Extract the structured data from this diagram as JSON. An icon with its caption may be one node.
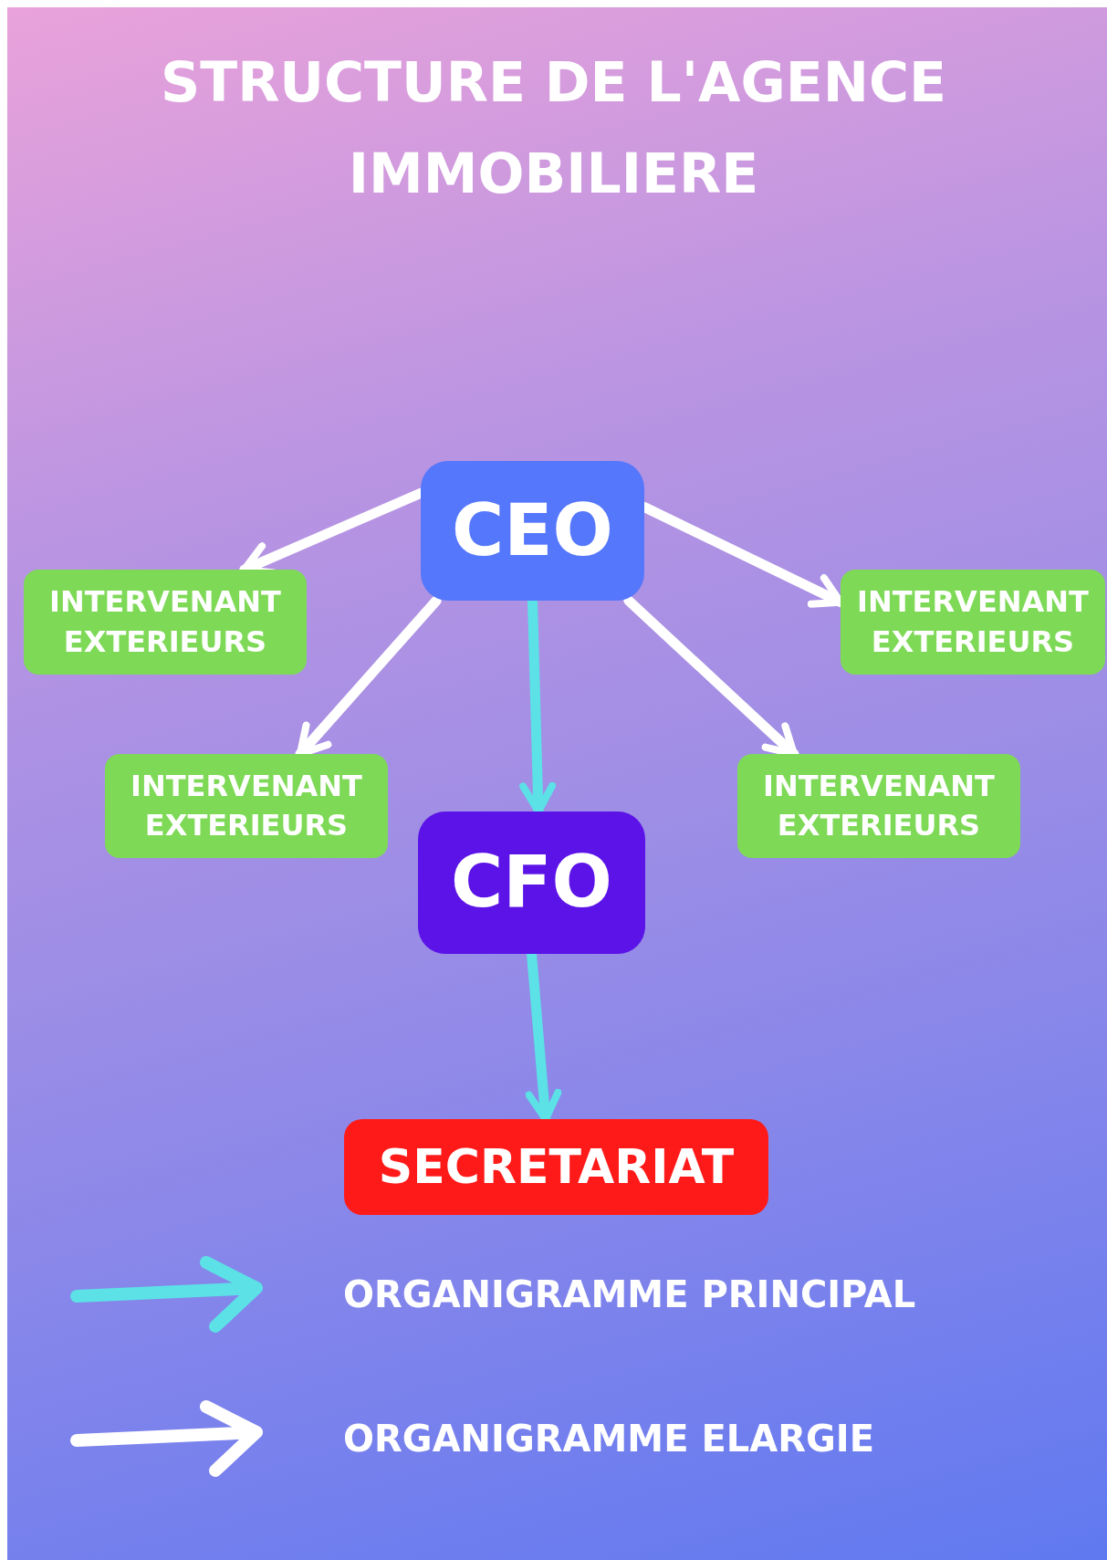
{
  "diagram": {
    "title": "STRUCTURE DE L'AGENCE IMMOBILIERE",
    "nodes": [
      {
        "text": [
          "CEO"
        ]
      },
      {
        "text": [
          "INTERVENANT EXTERIEURS"
        ]
      },
      {
        "text": [
          "INTERVENANT EXTERIEURS"
        ]
      },
      {
        "text": [
          "INTERVENANT EXTERIEURS"
        ]
      },
      {
        "text": [
          "INTERVENANT EXTERIEURS"
        ]
      },
      {
        "text": [
          "CFO"
        ]
      },
      {
        "text": [
          "SECRETARIAT"
        ]
      }
    ],
    "edges": [
      {
        "from": 0,
        "to": 1,
        "arrow": "to"
      },
      {
        "from": 0,
        "to": 2,
        "arrow": "to"
      },
      {
        "from": 0,
        "to": 3,
        "arrow": "to"
      },
      {
        "from": 0,
        "to": 4,
        "arrow": "to"
      },
      {
        "from": 0,
        "to": 5,
        "arrow": "to",
        "color": "#5ce1e6"
      },
      {
        "from": 5,
        "to": 6,
        "arrow": "to",
        "color": "#5ce1e6"
      }
    ],
    "legend": [
      {
        "text": "ORGANIGRAMME PRINCIPAL"
      },
      {
        "text": "ORGANIGRAMME ELARGIE"
      }
    ]
  }
}
